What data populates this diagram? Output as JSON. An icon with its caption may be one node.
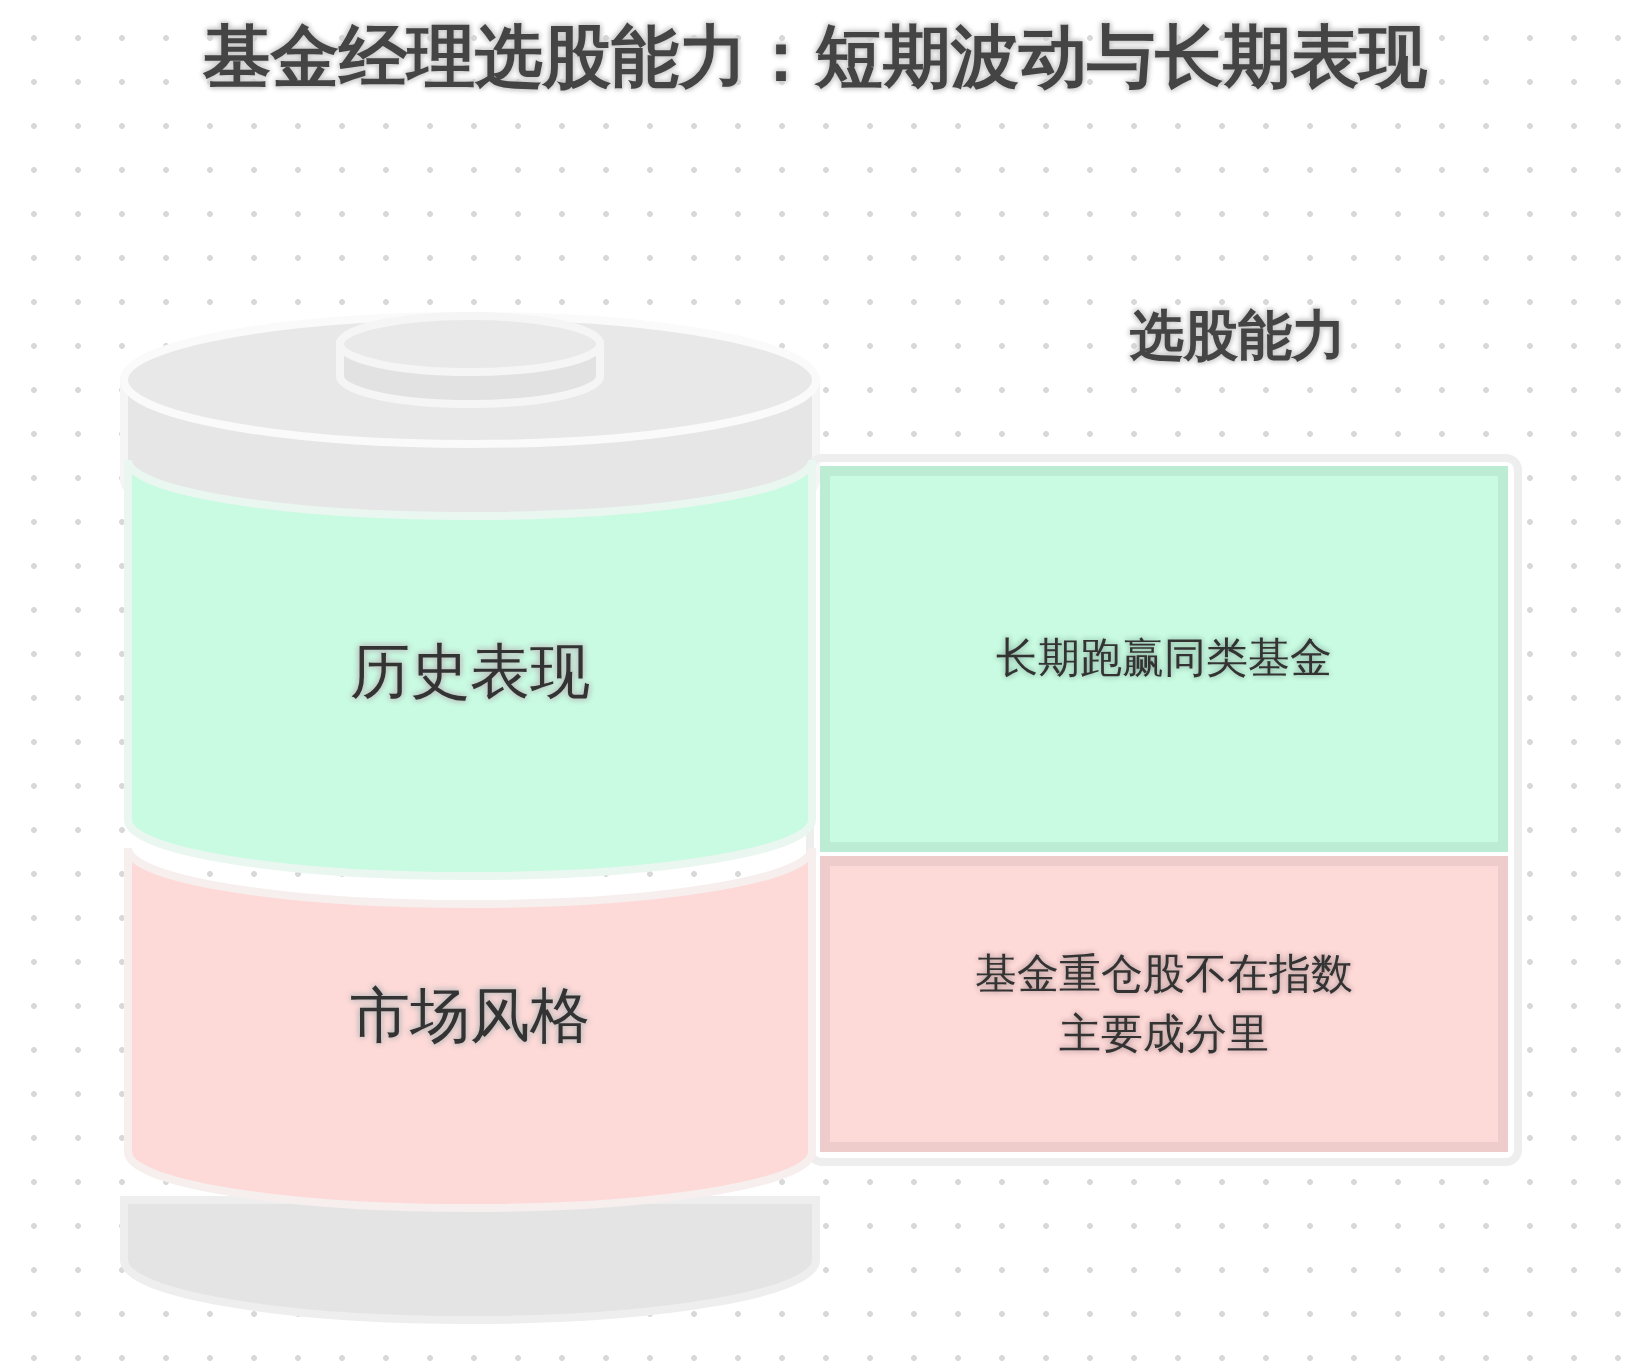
{
  "diagram": {
    "title": "基金经理选股能力：短期波动与长期表现",
    "nodes": [
      {
        "text": [
          "历史表现"
        ]
      },
      {
        "text": [
          "市场风格"
        ]
      },
      {
        "text": [
          "长期跑赢同类基金"
        ]
      },
      {
        "text": [
          "基金重仓股不在指数主要成分里"
        ]
      }
    ],
    "edges": [],
    "labels": [
      "选股能力"
    ]
  }
}
